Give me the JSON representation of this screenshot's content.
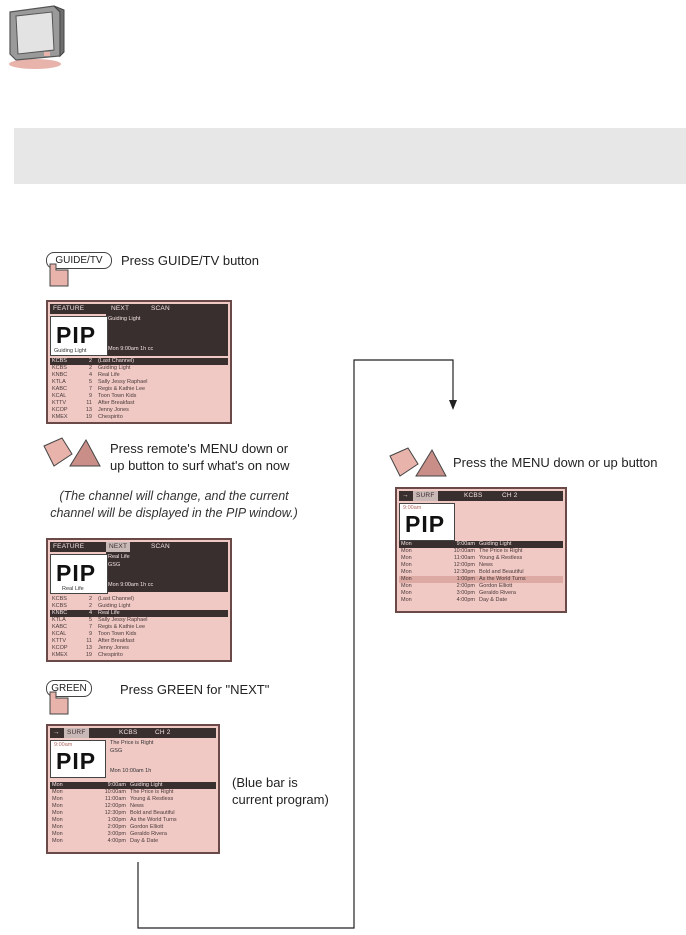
{
  "steps": {
    "guide_button_label": "GUIDE/TV",
    "guide_instruction": "Press GUIDE/TV button",
    "menu_instruction_line1": "Press remote's MENU down or",
    "menu_instruction_line2": "up button to surf what's on now",
    "note_line1": "(The channel will change, and the current",
    "note_line2": "channel will be displayed in the PIP window.)",
    "green_button_label": "GREEN",
    "green_instruction": "Press GREEN for \"NEXT\"",
    "blue_bar_note_line1": "(Blue bar is",
    "blue_bar_note_line2": "current program)",
    "right_instruction": "Press the MENU down or up button"
  },
  "screen1": {
    "tabs": [
      "FEATURE",
      "NEXT",
      "SCAN"
    ],
    "pip_label": "PIP",
    "pip_caption": "Guiding Light",
    "program_title": "Guiding Light",
    "time_line": "Mon  9:00am   1h       cc",
    "rows": [
      {
        "call": "KCBS",
        "ch": "2",
        "title": "(Last Channel)"
      },
      {
        "call": "KCBS",
        "ch": "2",
        "title": "Guiding Light"
      },
      {
        "call": "KNBC",
        "ch": "4",
        "title": "Real Life"
      },
      {
        "call": "KTLA",
        "ch": "5",
        "title": "Sally Jessy Raphael"
      },
      {
        "call": "KABC",
        "ch": "7",
        "title": "Regis & Kathie Lee"
      },
      {
        "call": "KCAL",
        "ch": "9",
        "title": "Toon Town Kids"
      },
      {
        "call": "KTTV",
        "ch": "11",
        "title": "After Breakfast"
      },
      {
        "call": "KCOP",
        "ch": "13",
        "title": "Jenny Jones"
      },
      {
        "call": "KMEX",
        "ch": "19",
        "title": "Chespirito"
      }
    ]
  },
  "screen2": {
    "tabs": [
      "FEATURE",
      "NEXT",
      "SCAN"
    ],
    "pip_label": "PIP",
    "pip_caption": "Real Life",
    "program_title": "Real Life",
    "program_sub": "GSG",
    "time_line": "Mon  9:00am   1h       cc",
    "rows": [
      {
        "call": "KCBS",
        "ch": "2",
        "title": "(Last Channel)"
      },
      {
        "call": "KCBS",
        "ch": "2",
        "title": "Guiding Light"
      },
      {
        "call": "KNBC",
        "ch": "4",
        "title": "Real Life"
      },
      {
        "call": "KTLA",
        "ch": "5",
        "title": "Sally Jessy Raphael"
      },
      {
        "call": "KABC",
        "ch": "7",
        "title": "Regis & Kathie Lee"
      },
      {
        "call": "KCAL",
        "ch": "9",
        "title": "Toon Town Kids"
      },
      {
        "call": "KTTV",
        "ch": "11",
        "title": "After Breakfast"
      },
      {
        "call": "KCOP",
        "ch": "13",
        "title": "Jenny Jones"
      },
      {
        "call": "KMEX",
        "ch": "19",
        "title": "Chespirito"
      }
    ]
  },
  "screen3": {
    "tabs": [
      "SURF",
      "KCBS",
      "CH 2"
    ],
    "pip_label": "PIP",
    "pip_small": "9:00am",
    "program_title": "The Price is Right",
    "program_sub": "GSG",
    "time_line": "Mon  10:00am   1h",
    "rows": [
      {
        "day": "Mon",
        "time": "9:00am",
        "title": "Guiding Light"
      },
      {
        "day": "Mon",
        "time": "10:00am",
        "title": "The Price is Right"
      },
      {
        "day": "Mon",
        "time": "11:00am",
        "title": "Young & Restless"
      },
      {
        "day": "Mon",
        "time": "12:00pm",
        "title": "News"
      },
      {
        "day": "Mon",
        "time": "12:30pm",
        "title": "Bold and Beautiful"
      },
      {
        "day": "Mon",
        "time": "1:00pm",
        "title": "As the World Turns"
      },
      {
        "day": "Mon",
        "time": "2:00pm",
        "title": "Gordon Elliott"
      },
      {
        "day": "Mon",
        "time": "3:00pm",
        "title": "Geraldo Rivera"
      },
      {
        "day": "Mon",
        "time": "4:00pm",
        "title": "Day & Date"
      }
    ]
  },
  "screen4": {
    "tabs": [
      "SURF",
      "KCBS",
      "CH 2"
    ],
    "pip_label": "PIP",
    "pip_small": "9:00am",
    "rows": [
      {
        "day": "Mon",
        "time": "9:00am",
        "title": "Guiding Light"
      },
      {
        "day": "Mon",
        "time": "10:00am",
        "title": "The Price is Right"
      },
      {
        "day": "Mon",
        "time": "11:00am",
        "title": "Young & Restless"
      },
      {
        "day": "Mon",
        "time": "12:00pm",
        "title": "News"
      },
      {
        "day": "Mon",
        "time": "12:30pm",
        "title": "Bold and Beautiful"
      },
      {
        "day": "Mon",
        "time": "1:00pm",
        "title": "As the World Turns"
      },
      {
        "day": "Mon",
        "time": "2:00pm",
        "title": "Gordon Elliott"
      },
      {
        "day": "Mon",
        "time": "3:00pm",
        "title": "Geraldo Rivera"
      },
      {
        "day": "Mon",
        "time": "4:00pm",
        "title": "Day & Date"
      }
    ]
  },
  "colors": {
    "screen_pink": "#f0c9c5",
    "screen_dark": "#3a2f2f",
    "band_gray": "#e7e7e7"
  }
}
